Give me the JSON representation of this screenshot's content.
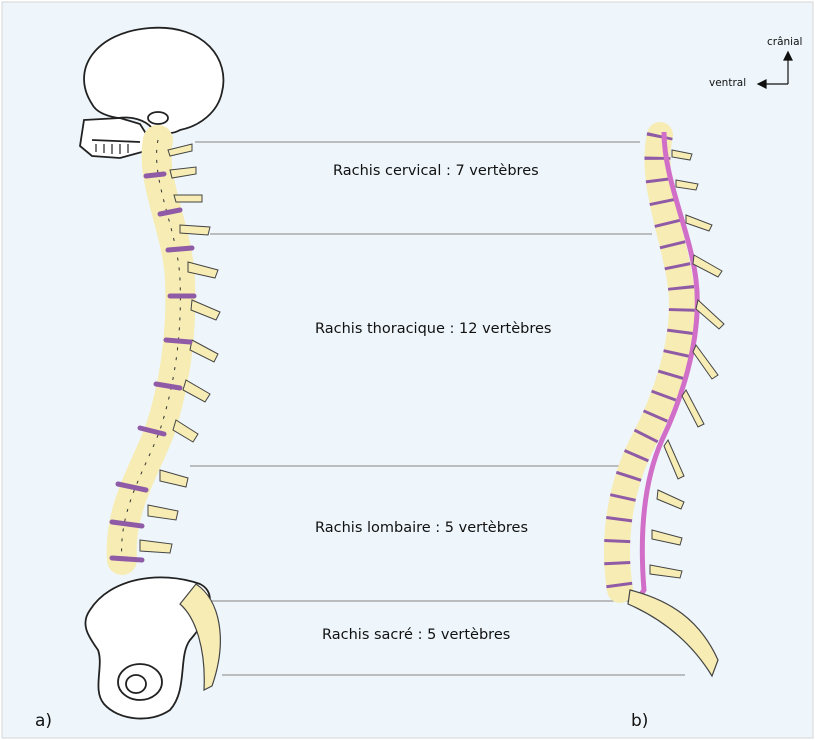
{
  "orientation": {
    "up_label": "crânial",
    "left_label": "ventral"
  },
  "regions": [
    {
      "label": "Rachis cervical : 7 vertèbres"
    },
    {
      "label": "Rachis thoracique : 12 vertèbres"
    },
    {
      "label": "Rachis lombaire : 5 vertèbres"
    },
    {
      "label": "Rachis sacré : 5 vertèbres"
    }
  ],
  "panels": {
    "a": "a)",
    "b": "b)"
  },
  "colors": {
    "background": "#eef6fb",
    "bone": "#f6ecb4",
    "disc": "#8f5ba6",
    "spinal_cord": "#d16fc8",
    "divider_line": "#9a9a9a"
  }
}
